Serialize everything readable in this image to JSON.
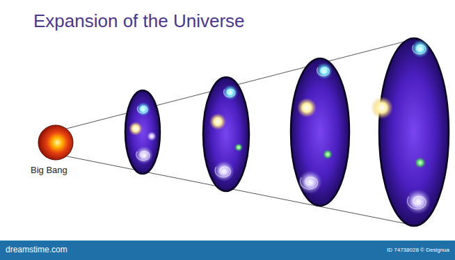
{
  "diagram": {
    "title": "Expansion of the Universe",
    "labels": [
      "Big Bang",
      "dreamstime.com",
      "ID 74738028 © Designua"
    ]
  }
}
